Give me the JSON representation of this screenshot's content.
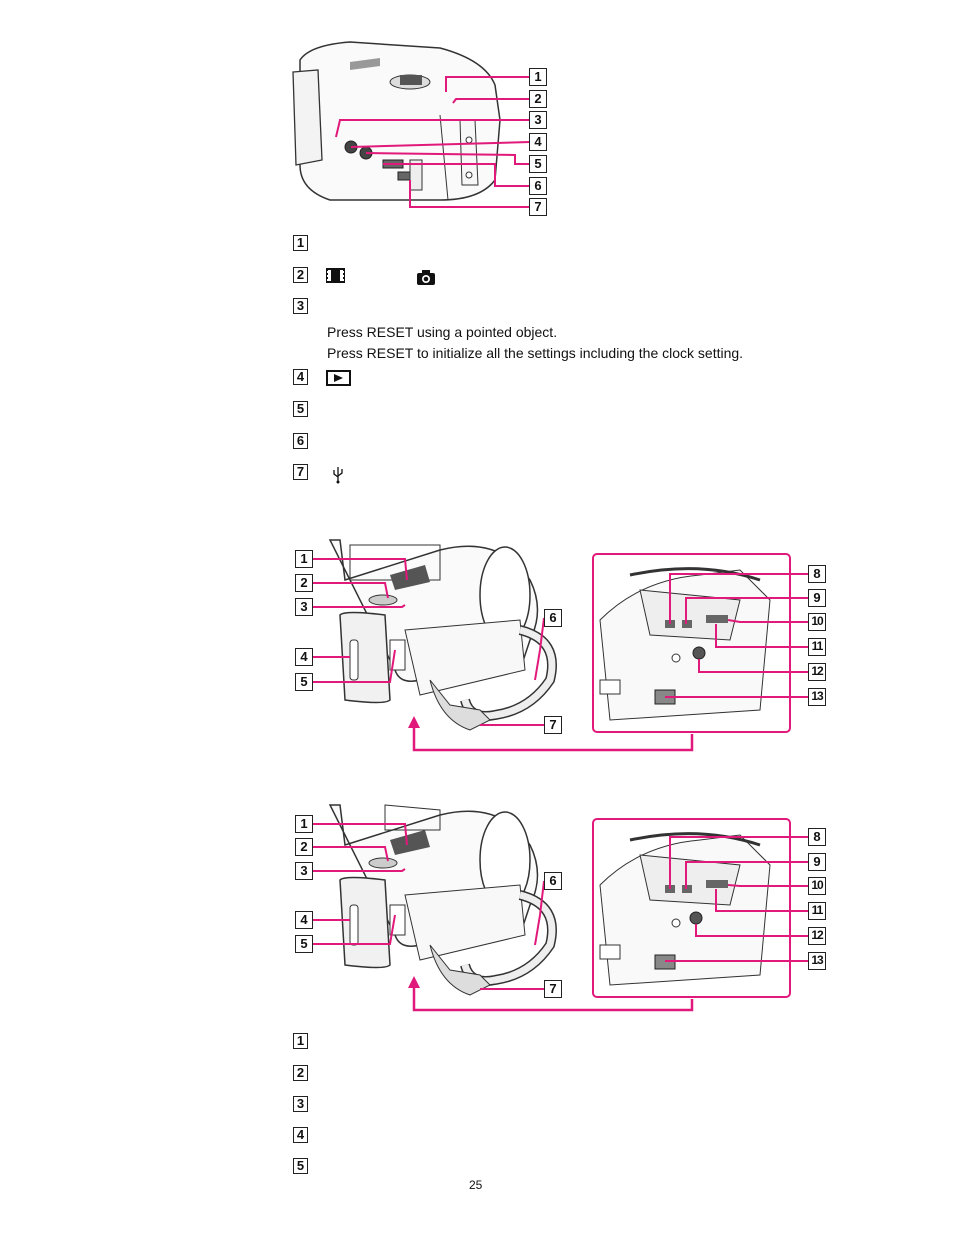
{
  "top_list": {
    "items": [
      {
        "num": "1",
        "icon": "none"
      },
      {
        "num": "2",
        "icon": "film-and-camera-icons"
      },
      {
        "num": "3",
        "icon": "none"
      },
      {
        "num": "4",
        "icon": "play-icon"
      },
      {
        "num": "5",
        "icon": "none"
      },
      {
        "num": "6",
        "icon": "none"
      },
      {
        "num": "7",
        "icon": "usb-icon"
      }
    ],
    "reset_note_1": "Press RESET using a pointed object.",
    "reset_note_2": "Press RESET to initialize all the settings including the clock setting."
  },
  "figure1_callouts": [
    "1",
    "2",
    "3",
    "4",
    "5",
    "6",
    "7"
  ],
  "figure2_callouts": [
    "1",
    "2",
    "3",
    "4",
    "5",
    "6",
    "7",
    "8",
    "9",
    "10",
    "11",
    "12",
    "13"
  ],
  "figure3_callouts": [
    "1",
    "2",
    "3",
    "4",
    "5",
    "6",
    "7",
    "8",
    "9",
    "10",
    "11",
    "12",
    "13"
  ],
  "bottom_list": {
    "items": [
      {
        "num": "1"
      },
      {
        "num": "2"
      },
      {
        "num": "3"
      },
      {
        "num": "4"
      },
      {
        "num": "5"
      }
    ]
  },
  "footer": {
    "page_number": "25"
  },
  "colors": {
    "callout_line": "#e0197a",
    "outline": "#333333"
  }
}
